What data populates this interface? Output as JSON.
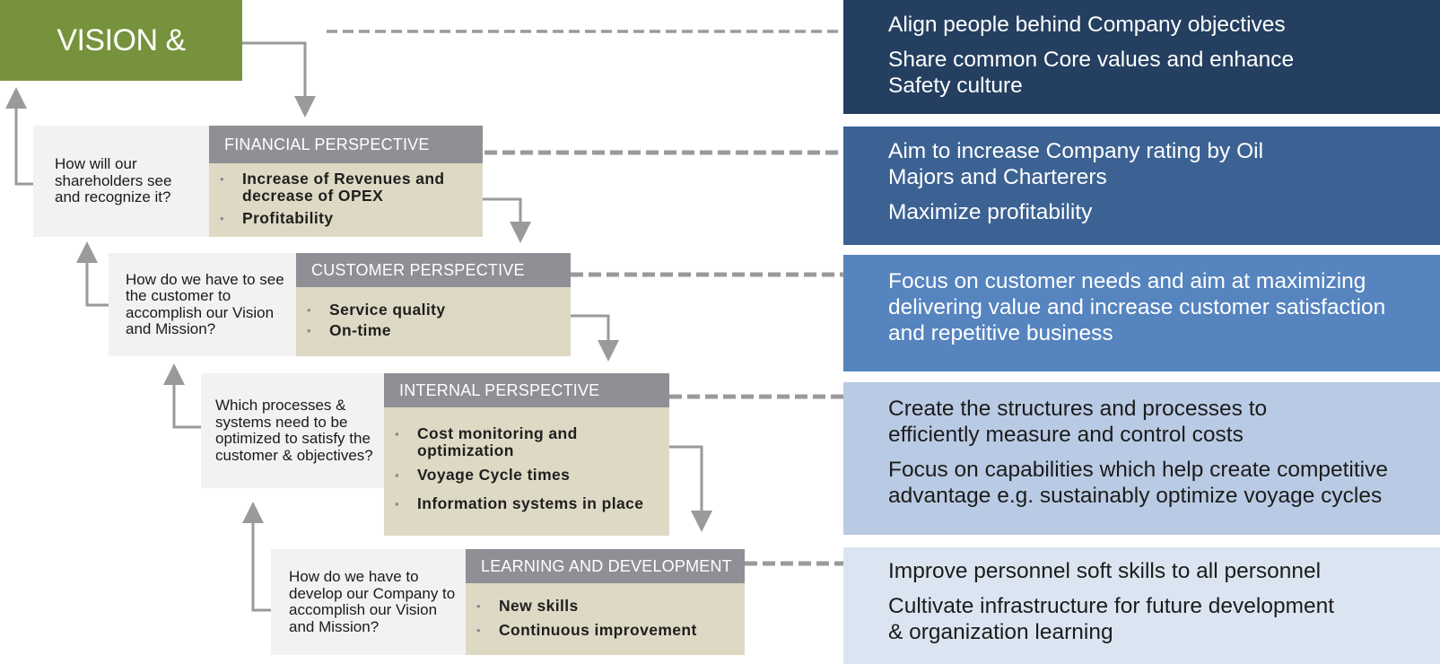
{
  "vision": {
    "title": "VISION & MISSION"
  },
  "colors": {
    "vision_green": "#76923c",
    "header_gray": "#8e9095",
    "body_tan": "#ded9c4",
    "question_gray": "#f2f2f2",
    "goal_1": "#243f60",
    "goal_2": "#3c6293",
    "goal_3": "#5584bf",
    "goal_4": "#b9cbe4",
    "goal_5": "#dbe5f1"
  },
  "vision_goals": [
    "Align people behind Company objectives",
    "Share common Core values and enhance Safety culture"
  ],
  "perspectives": [
    {
      "title": "FINANCIAL PERSPECTIVE",
      "question": "How will our shareholders see and recognize it?",
      "items": [
        "Increase of Revenues and decrease of OPEX",
        "Profitability"
      ],
      "goals": [
        "Aim to increase Company rating by Oil Majors and Charterers",
        "Maximize profitability"
      ]
    },
    {
      "title": "CUSTOMER PERSPECTIVE",
      "question": "How do we have to see the customer to accomplish our Vision and Mission?",
      "items": [
        "Service quality",
        "On-time"
      ],
      "goals": [
        "Focus on customer needs and aim at maximizing delivering value and increase customer satisfaction and repetitive business"
      ]
    },
    {
      "title": "INTERNAL PERSPECTIVE",
      "question": "Which processes & systems need to be optimized to satisfy the customer & objectives?",
      "items": [
        "Cost monitoring and optimization",
        "Voyage Cycle times",
        "Information systems in place"
      ],
      "goals": [
        "Create the structures and processes to efficiently measure and control costs",
        "Focus on capabilities which help create competitive advantage e.g. sustainably optimize voyage cycles"
      ]
    },
    {
      "title": "LEARNING AND DEVELOPMENT",
      "question": "How do we have to develop our Company to accomplish our Vision and Mission?",
      "items": [
        "New skills",
        "Continuous improvement"
      ],
      "goals": [
        "Improve personnel soft skills to all personnel",
        "Cultivate infrastructure for future development & organization learning"
      ]
    }
  ]
}
